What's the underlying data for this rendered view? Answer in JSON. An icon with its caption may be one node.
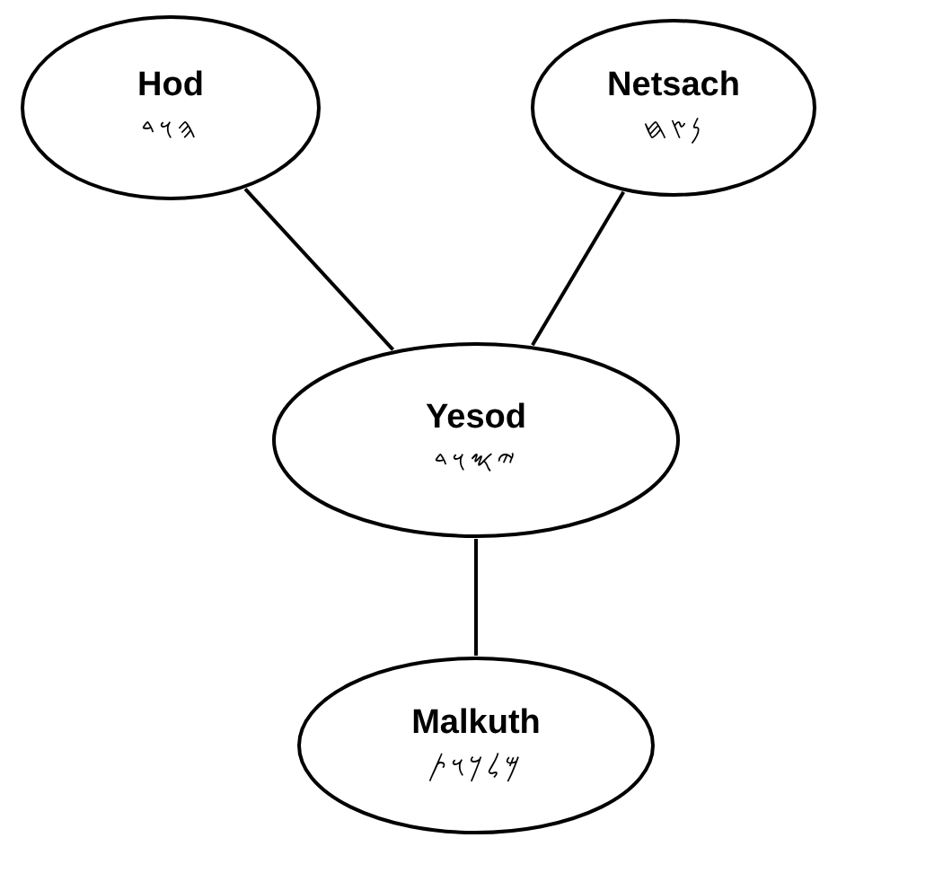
{
  "diagram": {
    "nodes": [
      {
        "text": [
          "Hod",
          "𐤄𐤅𐤃"
        ]
      },
      {
        "text": [
          "Netsach",
          "𐤍𐤑𐤇"
        ]
      },
      {
        "text": [
          "Yesod",
          "𐤉𐤎𐤅𐤃"
        ]
      },
      {
        "text": [
          "Malkuth",
          "𐤌𐤋𐤊𐤅𐤕"
        ]
      }
    ],
    "edges": [
      {
        "from": 0,
        "to": 2,
        "arrow": "none"
      },
      {
        "from": 1,
        "to": 2,
        "arrow": "none"
      },
      {
        "from": 2,
        "to": 3,
        "arrow": "none"
      }
    ]
  }
}
